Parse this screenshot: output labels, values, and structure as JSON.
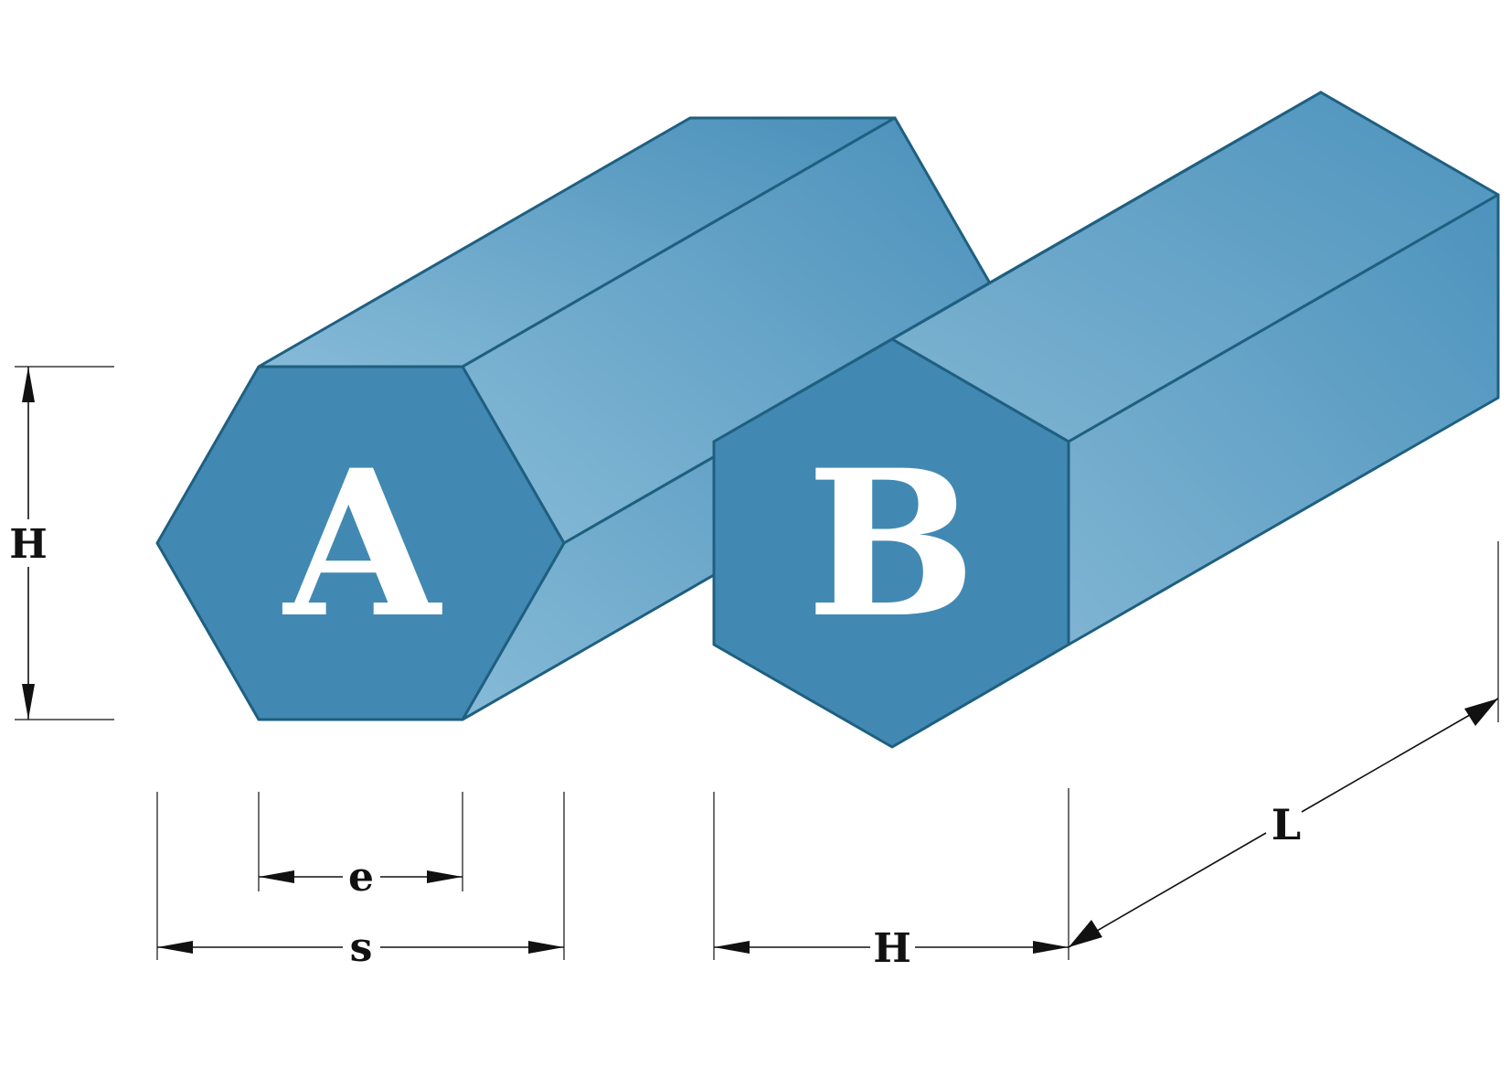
{
  "colors": {
    "front_face": "#4189b2",
    "side_light": "#7fb4d2",
    "side_dark": "#4a90ba",
    "edge": "#1f5f80",
    "dimension": "#111111"
  },
  "prism_a": {
    "label": "A"
  },
  "prism_b": {
    "label": "B"
  },
  "dimensions": {
    "height_left": "H",
    "width_e": "e",
    "width_s": "s",
    "height_bottom": "H",
    "length": "L"
  }
}
